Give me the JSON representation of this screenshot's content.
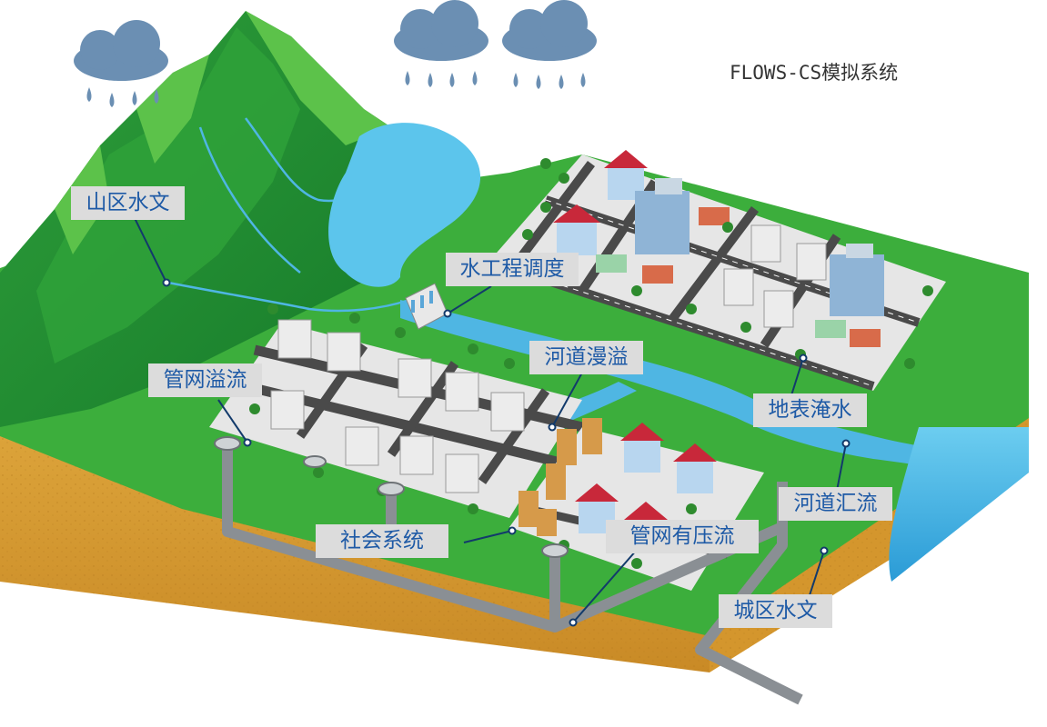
{
  "title": "FLOWS-CS模拟系统",
  "labels": {
    "mountain_hydrology": "山区水文",
    "hydraulic_scheduling": "水工程调度",
    "pipe_overflow": "管网溢流",
    "river_overbank": "河道漫溢",
    "surface_inundation": "地表淹水",
    "river_confluence": "河道汇流",
    "social_system": "社会系统",
    "pipe_pressure_flow": "管网有压流",
    "urban_hydrology": "城区水文"
  },
  "colors": {
    "label_text": "#1e5aa6",
    "label_bg": "#dcdcdc",
    "grass": "#3cae3c",
    "soil": "#e0a63a",
    "water": "#4fb6e3",
    "road": "#4a4a4a",
    "pipe": "#8a8f94",
    "cloud": "#6b8fb3"
  }
}
